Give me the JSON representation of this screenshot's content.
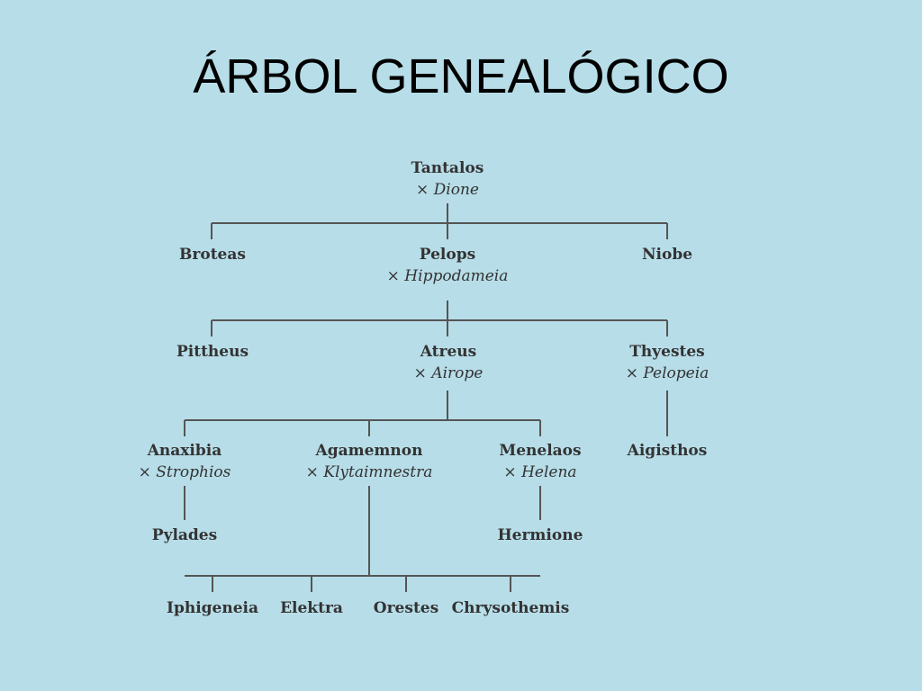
{
  "title": "ÁRBOL GENEALÓGICO",
  "spouse_marker": "×",
  "nodes": {
    "tantalos": {
      "name": "Tantalos",
      "spouse": "Dione"
    },
    "broteas": {
      "name": "Broteas"
    },
    "pelops": {
      "name": "Pelops",
      "spouse": "Hippodameia"
    },
    "niobe": {
      "name": "Niobe"
    },
    "pittheus": {
      "name": "Pittheus"
    },
    "atreus": {
      "name": "Atreus",
      "spouse": "Airope"
    },
    "thyestes": {
      "name": "Thyestes",
      "spouse": "Pelopeia"
    },
    "anaxibia": {
      "name": "Anaxibia",
      "spouse": "Strophios"
    },
    "agamemnon": {
      "name": "Agamemnon",
      "spouse": "Klytaimnestra"
    },
    "menelaos": {
      "name": "Menelaos",
      "spouse": "Helena"
    },
    "aigisthos": {
      "name": "Aigisthos"
    },
    "pylades": {
      "name": "Pylades"
    },
    "hermione": {
      "name": "Hermione"
    },
    "iphigeneia": {
      "name": "Iphigeneia"
    },
    "elektra": {
      "name": "Elektra"
    },
    "orestes": {
      "name": "Orestes"
    },
    "chrysothemis": {
      "name": "Chrysothemis"
    }
  }
}
